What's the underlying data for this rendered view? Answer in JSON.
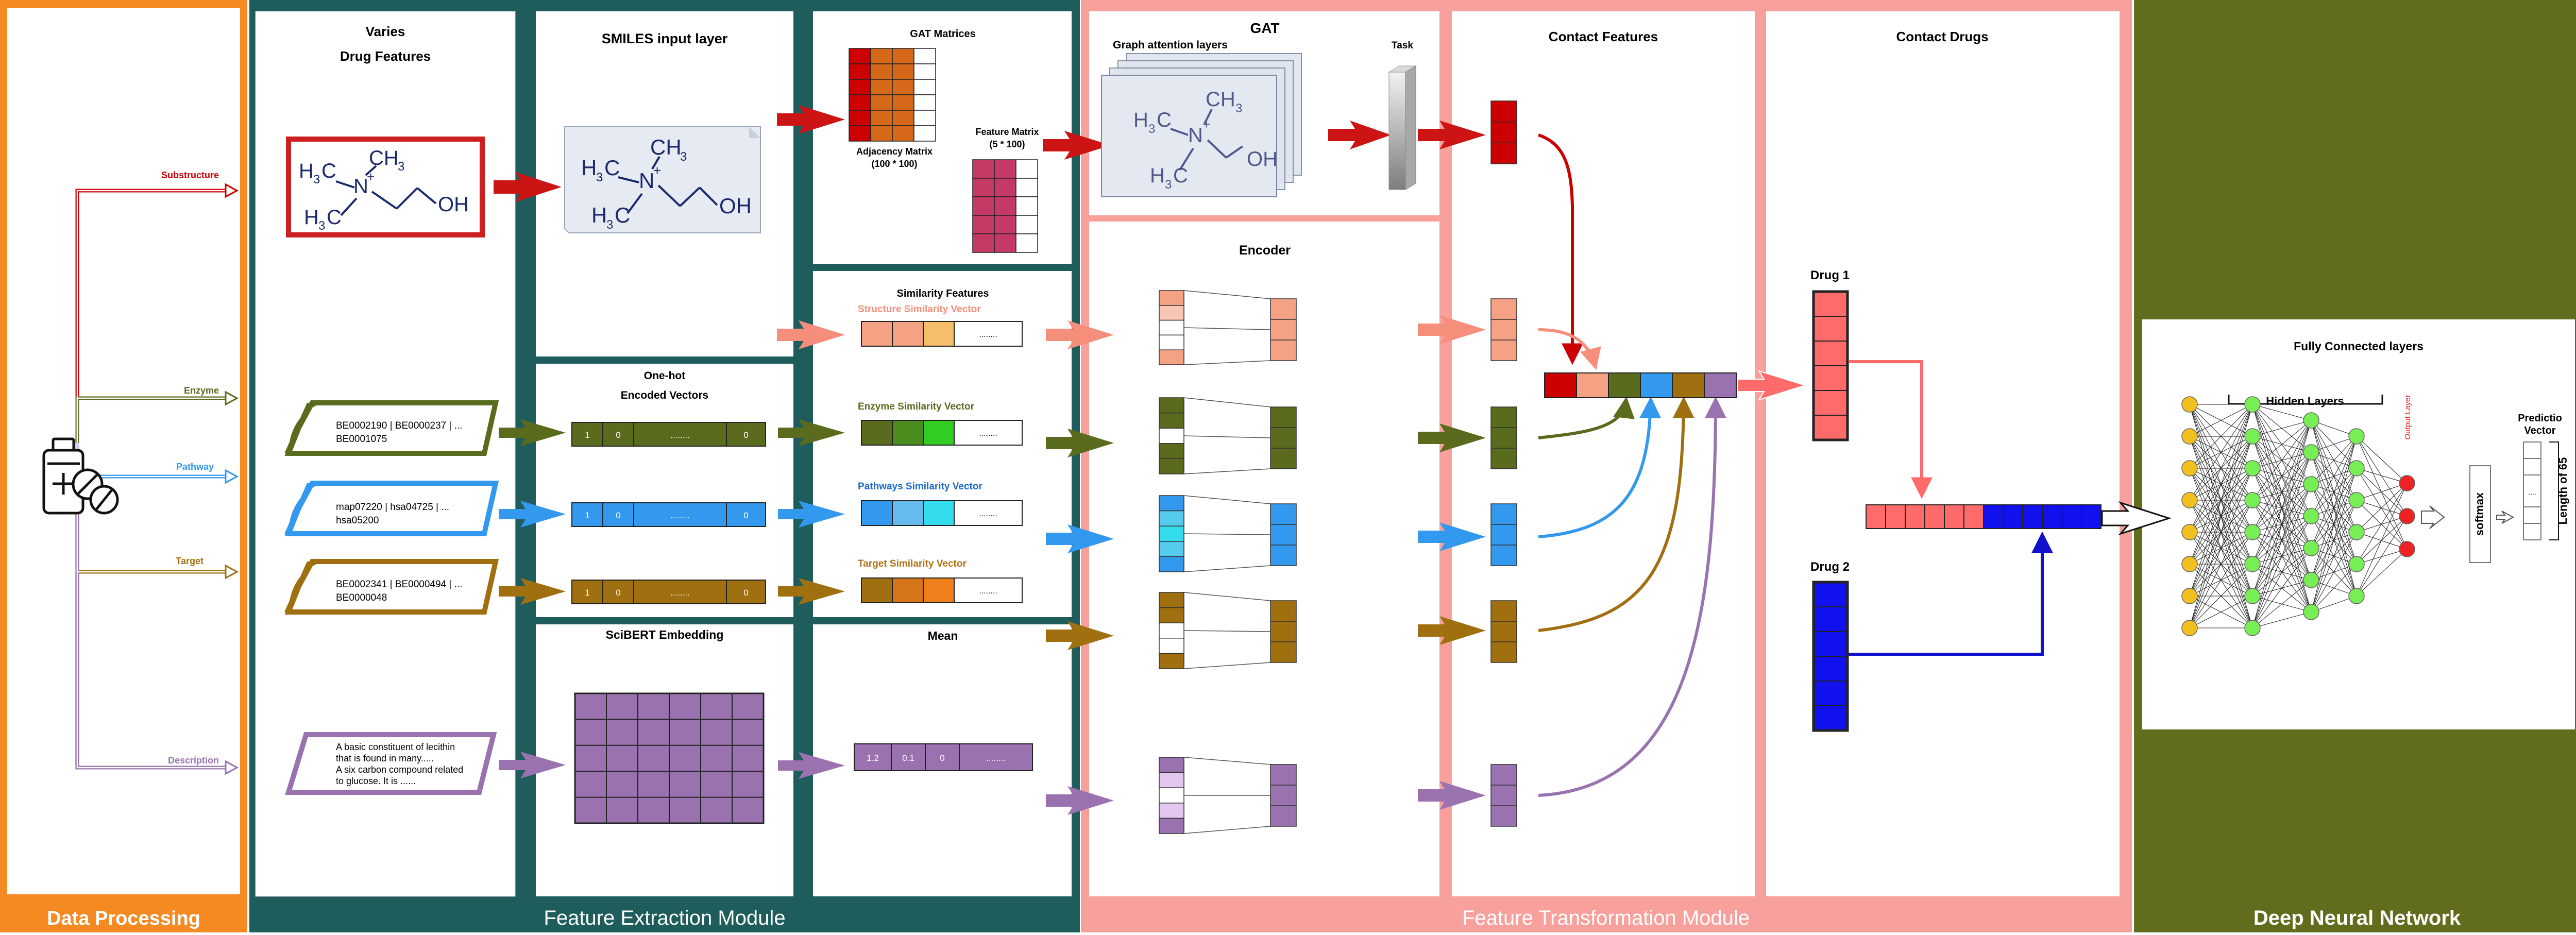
{
  "modules": {
    "data_processing": "Data Processing",
    "feature_extraction": "Feature Extraction Module",
    "feature_transformation": "Feature Transformation Module",
    "deep_neural_network": "Deep Neural Network"
  },
  "data_processing": {
    "branches": [
      "Substructure",
      "Enzyme",
      "Pathway",
      "Target",
      "Description"
    ],
    "colors": {
      "substructure": "#cc0000",
      "enzyme": "#5a6b1e",
      "pathway": "#3399ee",
      "target": "#a07010",
      "description": "#9a72b0"
    }
  },
  "drug_features": {
    "title_line1": "Varies",
    "title_line2": "Drug Features",
    "enzyme_ids": [
      "BE0002190 | BE0000237 | ...",
      "BE0001075"
    ],
    "pathway_ids": [
      "map07220 | hsa04725 | ...",
      "hsa05200"
    ],
    "target_ids": [
      "BE0002341 | BE0000494 | ...",
      "BE0000048"
    ],
    "description_text": [
      "A basic constituent of lecithin",
      "that is found in many.....",
      "A six carbon compound related",
      "to glucose. It is ......"
    ]
  },
  "molecule": {
    "ch3_top": "CH",
    "sub3": "3",
    "h3c_left": "H",
    "c_left": "C",
    "n": "N",
    "plus": "+",
    "oh": "OH"
  },
  "smiles": {
    "title": "SMILES input layer"
  },
  "onehot": {
    "title_line1": "One-hot",
    "title_line2": "Encoded Vectors",
    "cells": [
      "1",
      "0",
      "........",
      "0"
    ]
  },
  "scibert": {
    "title": "SciBERT Embedding"
  },
  "gat_matrices": {
    "title": "GAT Matrices",
    "adjacency_line1": "Adjacency Matrix",
    "adjacency_line2": "(100 * 100)",
    "feature_line1": "Feature Matrix",
    "feature_line2": "(5 * 100)"
  },
  "similarity": {
    "title": "Similarity Features",
    "structure": "Structure Similarity Vector",
    "enzyme": "Enzyme Similarity Vector",
    "pathways": "Pathways Similarity Vector",
    "target": "Target Similarity Vector",
    "dots": "........"
  },
  "mean": {
    "title": "Mean",
    "cells": [
      "1.2",
      "0.1",
      "0",
      "........"
    ]
  },
  "gat": {
    "title": "GAT",
    "layers_label": "Graph attention layers",
    "task_label": "Task"
  },
  "encoder": {
    "title": "Encoder"
  },
  "contact_features": {
    "title": "Contact Features"
  },
  "contact_drugs": {
    "title": "Contact Drugs",
    "drug1": "Drug 1",
    "drug2": "Drug 2"
  },
  "fully_connected": {
    "title": "Fully Connected layers",
    "hidden": "Hidden Layers",
    "output": "Output Layer",
    "softmax": "softmax",
    "prediction_line1": "Predictio",
    "prediction_line2": "Vector",
    "length": "Length of 65",
    "dots": "...."
  }
}
